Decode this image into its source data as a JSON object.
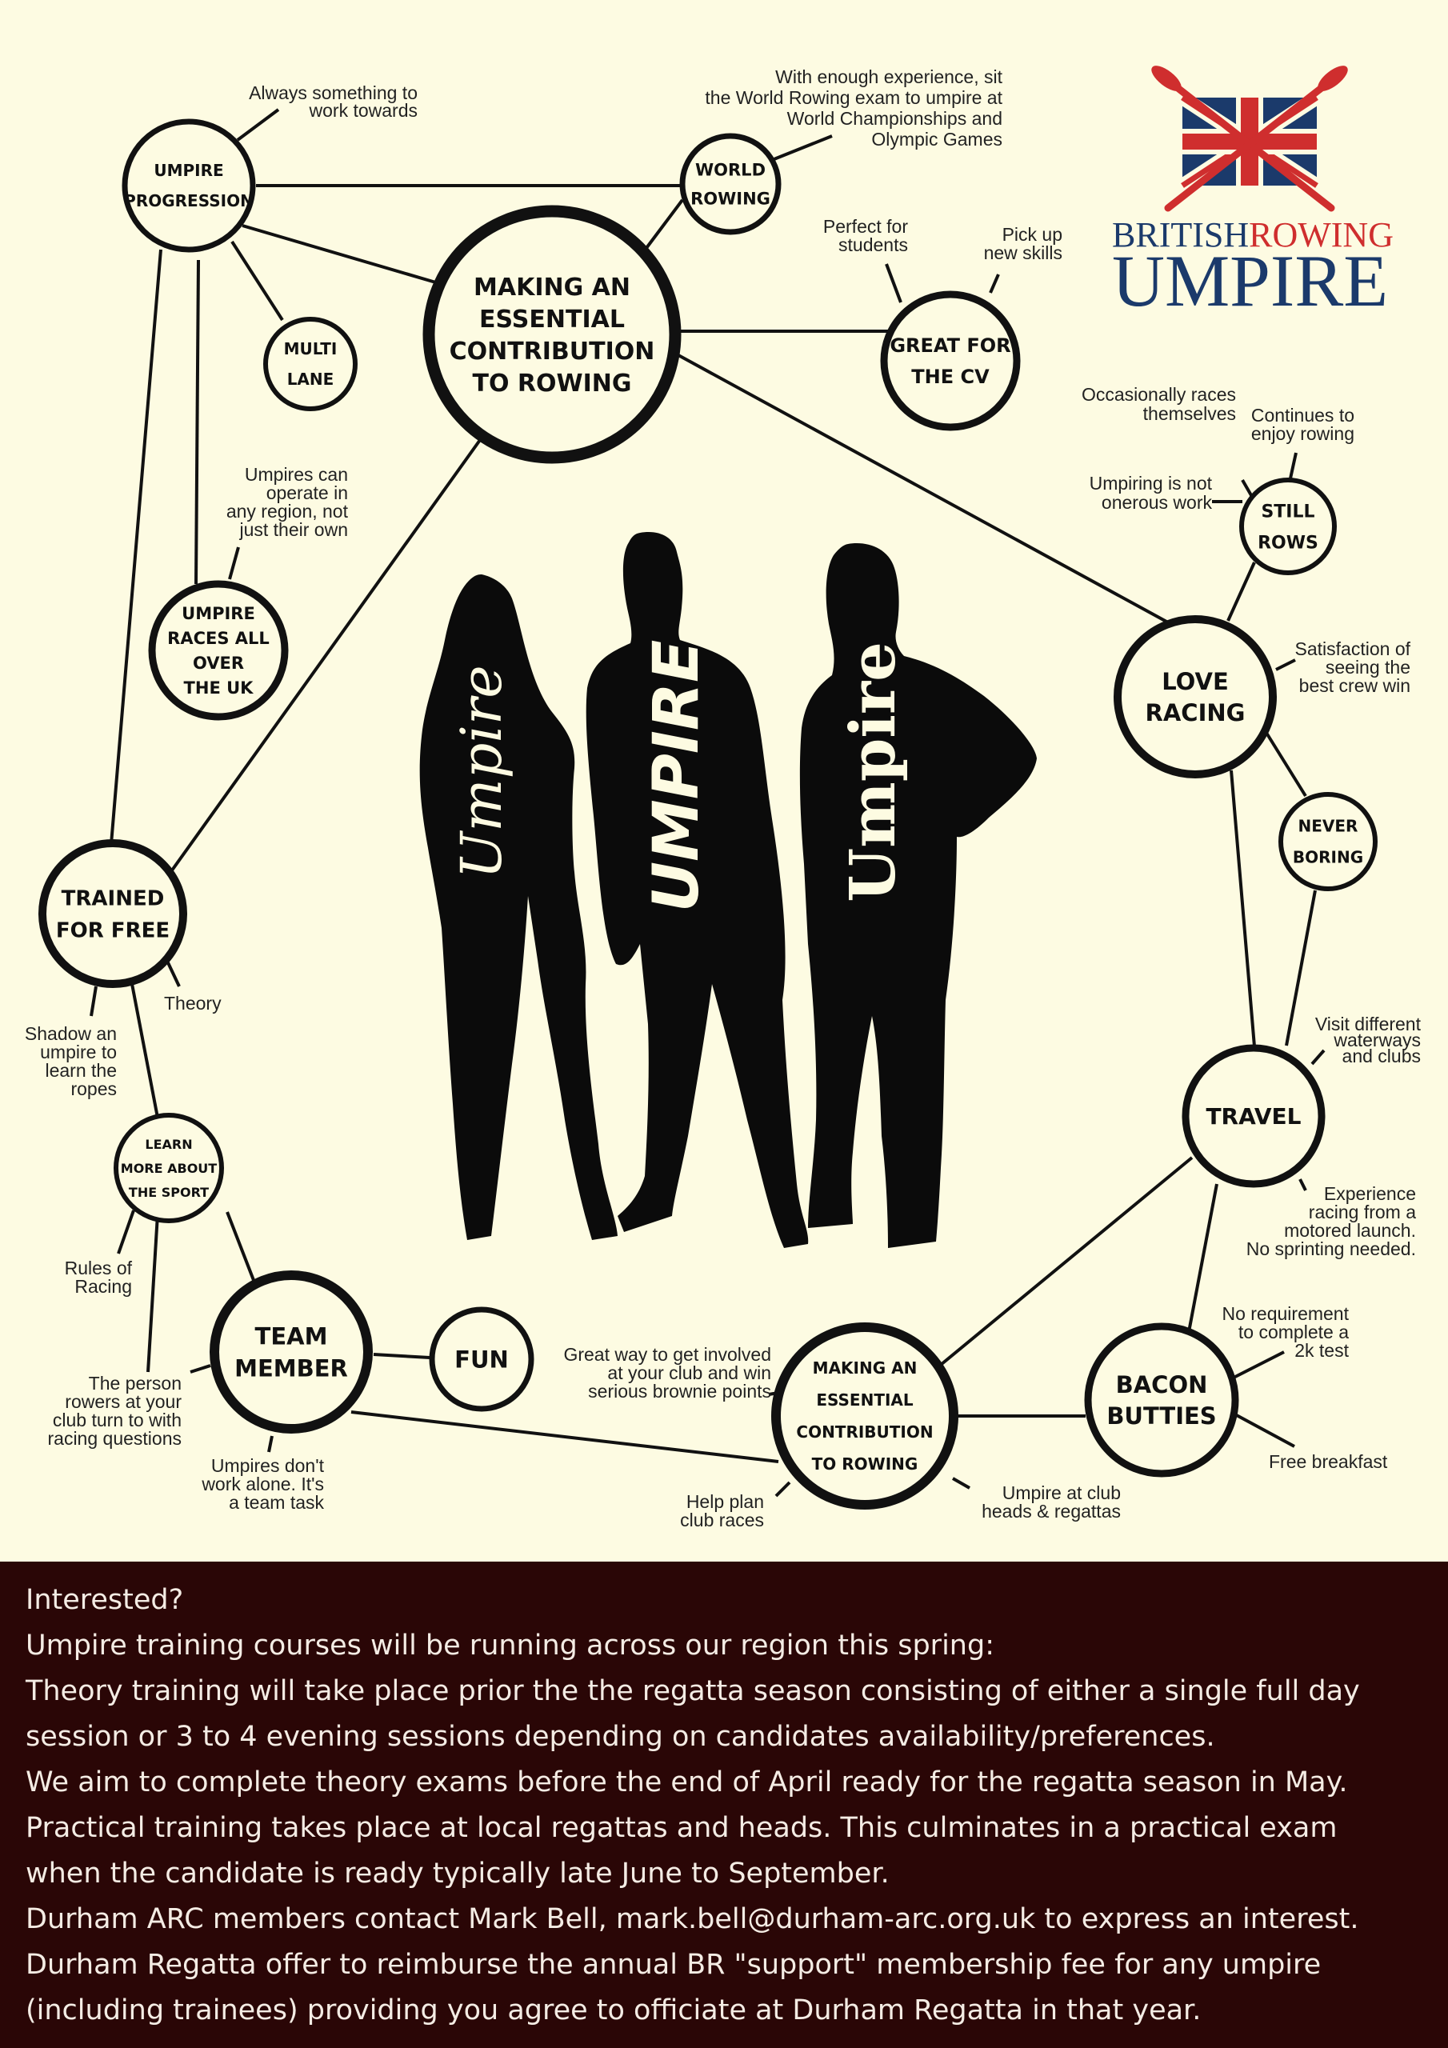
{
  "brand": {
    "line1_part1": "BRITISH",
    "line1_part2": "ROWING",
    "line2": "UMPIRE",
    "colors": {
      "navy": "#1b3a6b",
      "red": "#cf2e2e"
    }
  },
  "silhouettes": [
    "Umpire",
    "UMPIRE",
    "Umpire"
  ],
  "nodes": {
    "umpire_progression": [
      "UMPIRE",
      "PROGRESSION"
    ],
    "world_rowing": [
      "WORLD",
      "ROWING"
    ],
    "essential_main": [
      "MAKING AN",
      "ESSENTIAL",
      "CONTRIBUTION",
      "TO ROWING"
    ],
    "great_cv": [
      "GREAT FOR",
      "THE CV"
    ],
    "multi_lane": [
      "MULTI",
      "LANE"
    ],
    "still_rows": [
      "STILL",
      "ROWS"
    ],
    "races_uk": [
      "UMPIRE",
      "RACES ALL",
      "OVER",
      "THE UK"
    ],
    "love_racing": [
      "LOVE",
      "RACING"
    ],
    "never_boring": [
      "NEVER",
      "BORING"
    ],
    "trained_free": [
      "TRAINED",
      "FOR FREE"
    ],
    "travel": [
      "TRAVEL"
    ],
    "learn_more": [
      "LEARN",
      "MORE ABOUT",
      "THE SPORT"
    ],
    "team_member": [
      "TEAM",
      "MEMBER"
    ],
    "fun": [
      "FUN"
    ],
    "essential_small": [
      "MAKING AN",
      "ESSENTIAL",
      "CONTRIBUTION",
      "TO ROWING"
    ],
    "bacon_butties": [
      "BACON",
      "BUTTIES"
    ]
  },
  "annotations": {
    "always_something": [
      "Always something to",
      "work towards"
    ],
    "world_exam": [
      "With enough experience, sit",
      "the World Rowing exam to umpire at",
      "World Championships and",
      "Olympic Games"
    ],
    "perfect_students": [
      "Perfect for",
      "students"
    ],
    "pick_up_skills": [
      "Pick up",
      "new skills"
    ],
    "occasionally_races": [
      "Occasionally races",
      "themselves"
    ],
    "continues_enjoy": [
      "Continues to",
      "enjoy rowing"
    ],
    "not_onerous": [
      "Umpiring is not",
      "onerous work"
    ],
    "any_region": [
      "Umpires can",
      "operate in",
      "any region, not",
      "just their own"
    ],
    "satisfaction": [
      "Satisfaction of",
      "seeing the",
      "best crew win"
    ],
    "theory": [
      "Theory"
    ],
    "shadow": [
      "Shadow an",
      "umpire to",
      "learn the",
      "ropes"
    ],
    "visit_waterways": [
      "Visit different",
      "waterways",
      "and clubs"
    ],
    "experience_launch": [
      "Experience",
      "racing from a",
      "motored launch.",
      "No sprinting needed."
    ],
    "rules_racing": [
      "Rules of",
      "Racing"
    ],
    "no_2k": [
      "No requirement",
      "to complete a",
      "2k test"
    ],
    "person_rowers": [
      "The person",
      "rowers at your",
      "club turn to with",
      "racing questions"
    ],
    "great_way": [
      "Great way to get involved",
      "at your club and win",
      "serious brownie points"
    ],
    "free_breakfast": [
      "Free breakfast"
    ],
    "not_alone": [
      "Umpires don't",
      "work alone. It's",
      "a team task"
    ],
    "help_plan": [
      "Help plan",
      "club races"
    ],
    "club_heads": [
      "Umpire at club",
      "heads & regattas"
    ]
  },
  "footer": {
    "lines": [
      "Interested?",
      "Umpire training courses will be running across our region this spring:",
      "Theory training will take place prior the the regatta season consisting of either a single full day",
      "session or 3 to 4 evening sessions depending on candidates availability/preferences.",
      "We aim to complete theory exams before the end of April ready for the regatta season in May.",
      "Practical training takes place at local regattas and heads. This culminates in a practical exam",
      "when the candidate is ready typically late June to September.",
      "Durham ARC members contact Mark Bell, mark.bell@durham-arc.org.uk to express an interest.",
      "Durham Regatta offer to reimburse the annual BR \"support\" membership fee for any umpire",
      "(including trainees) providing you agree to officiate at Durham Regatta in that year."
    ]
  }
}
